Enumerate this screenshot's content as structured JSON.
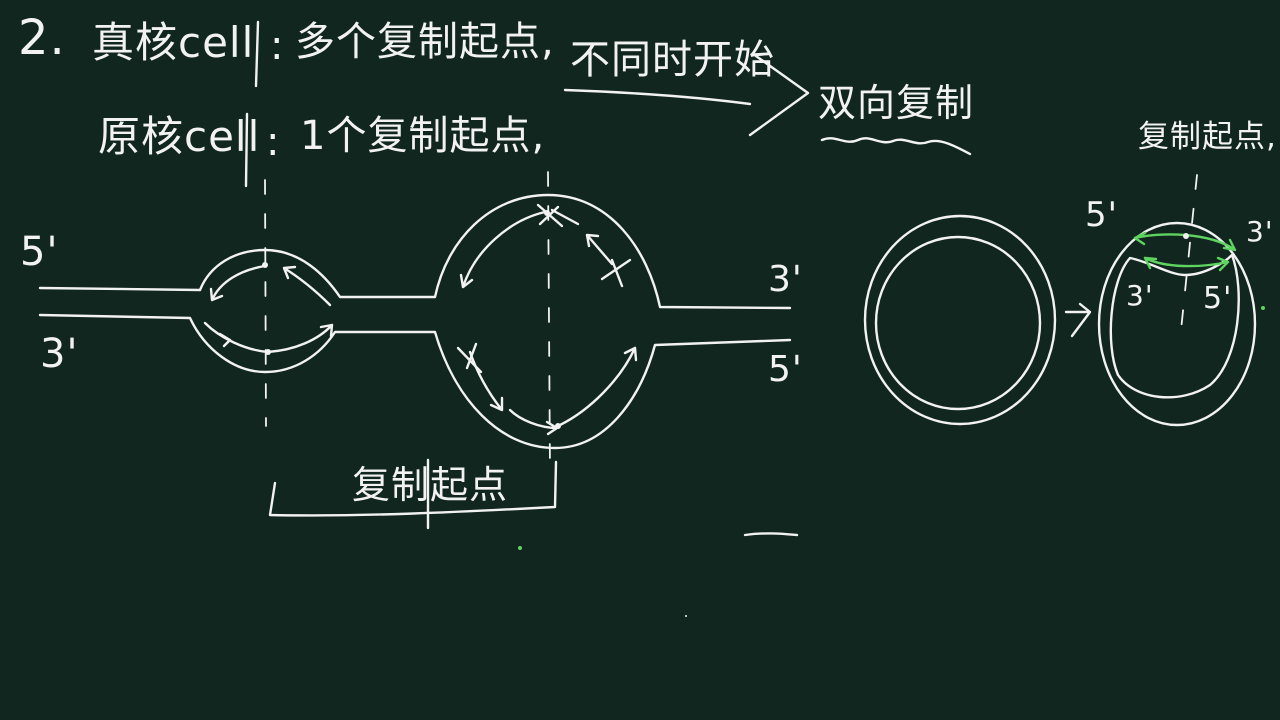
{
  "heading": {
    "number": "2.",
    "eukaryote": "真核cell",
    "colon_1": ":",
    "multi_origin": "多个复制起点,",
    "not_simultaneous": "不同时开始",
    "bidirectional": "双向复制",
    "prokaryote": "原核cell",
    "colon_2": ":",
    "single_origin": "1个复制起点,"
  },
  "linear_diagram": {
    "top_left_end": "5'",
    "bottom_left_end": "3'",
    "top_right_end": "3'",
    "bottom_right_end": "5'",
    "origin_label": "复制起点"
  },
  "circular_diagram": {
    "origin_label": "复制起点,",
    "outer_left_end": "5'",
    "outer_right_end": "3'",
    "inner_left_end": "3'",
    "inner_right_end": "5'"
  },
  "colors": {
    "background": "#10261f",
    "chalk": "#f2f2f2",
    "highlight": "#5fd35f"
  }
}
